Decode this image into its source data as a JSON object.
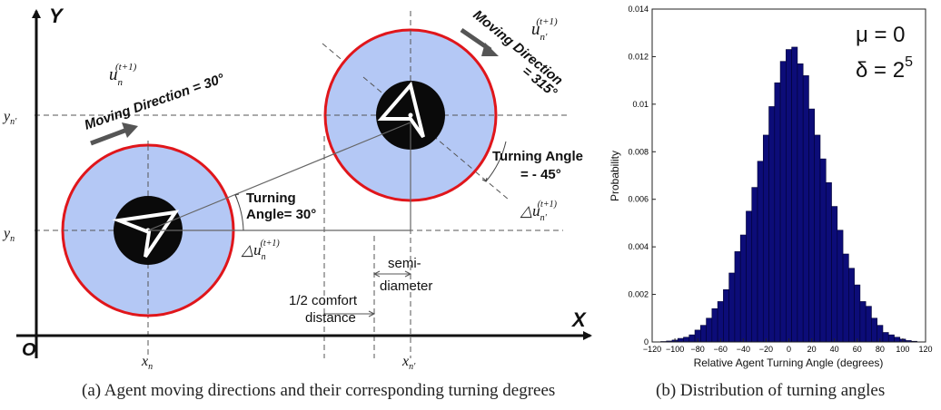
{
  "panel_a": {
    "caption": "(a) Agent moving directions and their corresponding turning degrees",
    "axis_y": "Y",
    "axis_x": "X",
    "origin": "O",
    "y_label_top": "y",
    "y_label_top_sub": "n'",
    "y_label_bottom": "y",
    "y_label_bottom_sub": "n",
    "x_label_left": "x",
    "x_label_left_sub": "n",
    "x_label_right": "x",
    "x_label_right_sub": "n'",
    "u_left": "u",
    "u_left_sub": "n",
    "u_left_sup": "(t+1)",
    "u_right": "u",
    "u_right_sub": "n'",
    "u_right_sup": "(t+1)",
    "moving_dir_left": "Moving Direction = 30°",
    "moving_dir_right_1": "Moving Direction",
    "moving_dir_right_2": "= 315°",
    "turning_left_1": "Turning",
    "turning_left_2": "Angle= 30°",
    "turning_right_1": "Turning Angle",
    "turning_right_2": "= - 45°",
    "delta_left": "△u",
    "delta_left_sub": "n",
    "delta_left_sup": "(t+1)",
    "delta_right": "△u",
    "delta_right_sub": "n'",
    "delta_right_sup": "(t+1)",
    "comfort_1": "1/2 comfort",
    "comfort_2": "distance",
    "semi_1": "semi-",
    "semi_2": "diameter",
    "colors": {
      "circle_fill": "#b4c8f5",
      "circle_stroke": "#e0161b",
      "body": "#0a0a0a",
      "arrow": "#555555"
    }
  },
  "panel_b": {
    "caption": "(b) Distribution of turning angles",
    "mu_label": "μ = 0",
    "delta_label": "δ = 2",
    "delta_exp": "5",
    "colors": {
      "bar_fill": "#0c0c78",
      "bar_stroke": "#000033"
    }
  },
  "chart_data": {
    "type": "bar",
    "xlabel": "Relative Agent Turning Angle (degrees)",
    "ylabel": "Probability",
    "xlim": [
      -120,
      120
    ],
    "ylim": [
      0,
      0.014
    ],
    "xticks": [
      -120,
      -100,
      -80,
      -60,
      -40,
      -20,
      0,
      20,
      40,
      60,
      80,
      100,
      120
    ],
    "yticks": [
      0,
      0.002,
      0.004,
      0.006,
      0.008,
      0.01,
      0.012,
      0.014
    ],
    "ytick_labels": [
      "0",
      "0.002",
      "0.004",
      "0.006",
      "0.008",
      "0.01",
      "0.012",
      "0.014"
    ],
    "bin_width": 5,
    "series": [
      {
        "x": [
          -110,
          -105,
          -100,
          -95,
          -90,
          -85,
          -80,
          -75,
          -70,
          -65,
          -60,
          -55,
          -50,
          -45,
          -40,
          -35,
          -30,
          -25,
          -20,
          -15,
          -10,
          -5,
          0,
          5,
          10,
          15,
          20,
          25,
          30,
          35,
          40,
          45,
          50,
          55,
          60,
          65,
          70,
          75,
          80,
          85,
          90,
          95,
          100,
          105,
          110
        ],
        "values": [
          2e-05,
          4e-05,
          8e-05,
          0.00015,
          0.0002,
          0.0003,
          0.0005,
          0.0007,
          0.001,
          0.0014,
          0.0017,
          0.0022,
          0.0029,
          0.0038,
          0.0045,
          0.0055,
          0.0065,
          0.0076,
          0.0087,
          0.0099,
          0.0109,
          0.0118,
          0.0123,
          0.0124,
          0.0117,
          0.0112,
          0.0098,
          0.0087,
          0.0077,
          0.0067,
          0.0057,
          0.0047,
          0.0037,
          0.0031,
          0.0024,
          0.0017,
          0.0015,
          0.001,
          0.0007,
          0.0004,
          0.0003,
          0.0002,
          0.00012,
          6e-05,
          3e-05
        ]
      }
    ]
  }
}
